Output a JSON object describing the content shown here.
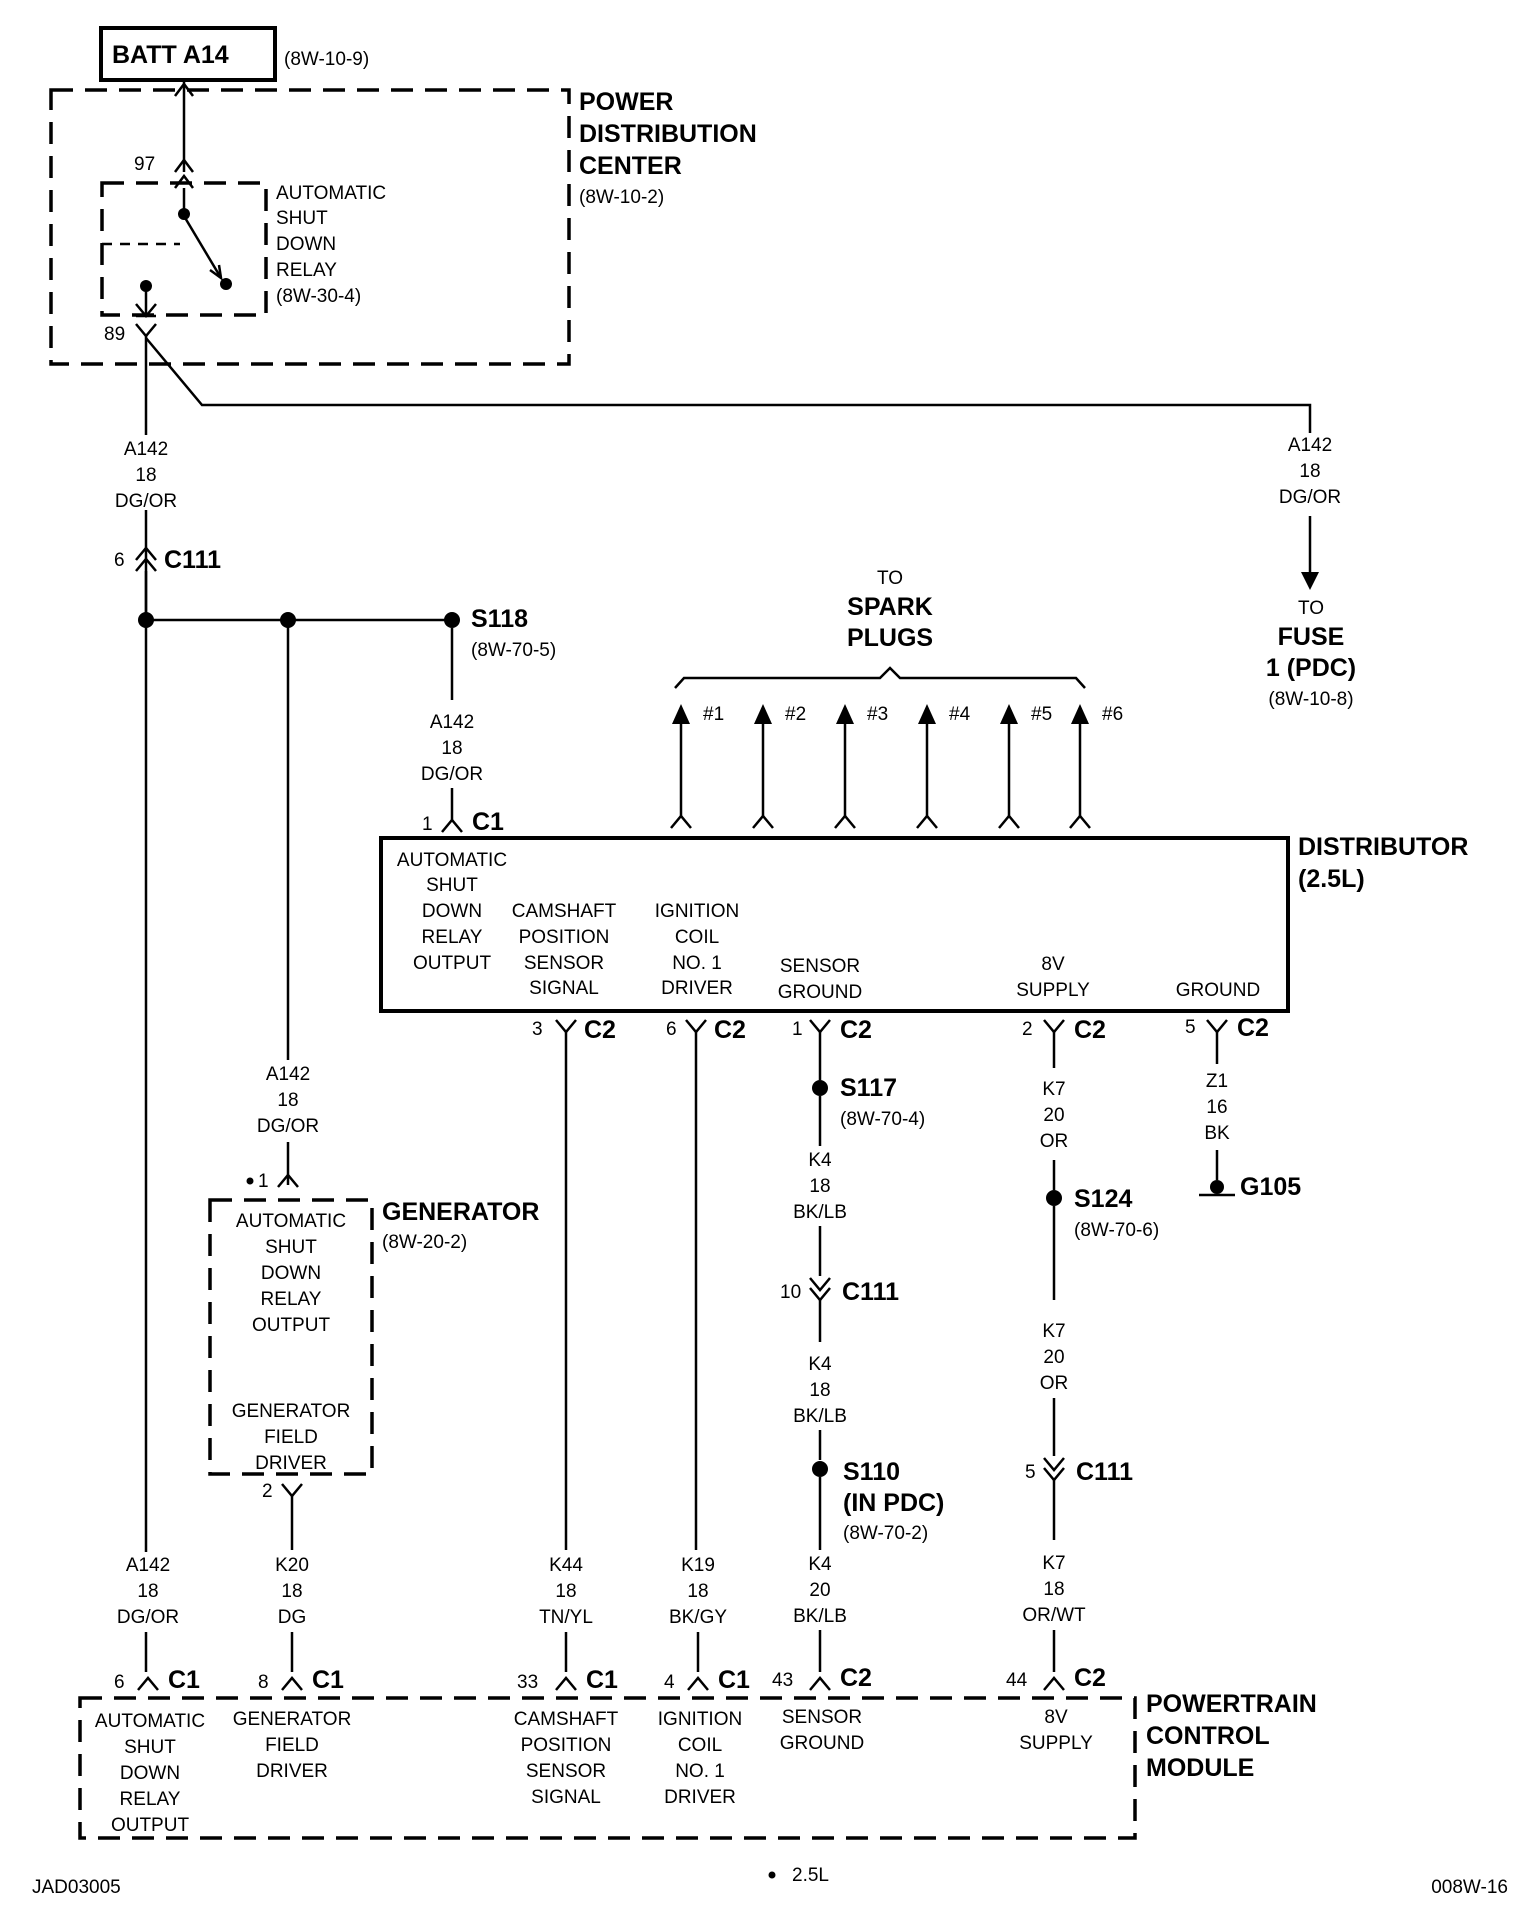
{
  "batt": {
    "label": "BATT A14",
    "ref": "(8W-10-9)"
  },
  "pdc": {
    "line1": "POWER",
    "line2": "DISTRIBUTION",
    "line3": "CENTER",
    "ref": "(8W-10-2)"
  },
  "asd_relay": {
    "line1": "AUTOMATIC",
    "line2": "SHUT",
    "line3": "DOWN",
    "line4": "RELAY",
    "ref": "(8W-30-4)",
    "pin_top": "97",
    "pin_bottom": "89"
  },
  "wire_a142": {
    "code": "A142",
    "gauge": "18",
    "color": "DG/OR"
  },
  "fuse": {
    "to1": "TO",
    "line1": "FUSE",
    "line2": "1 (PDC)",
    "ref": "(8W-10-8)"
  },
  "c111_top": {
    "pin": "6",
    "label": "C111"
  },
  "s118": {
    "label": "S118",
    "ref": "(8W-70-5)"
  },
  "spark": {
    "to": "TO",
    "line1": "SPARK",
    "line2": "PLUGS",
    "p1": "#1",
    "p2": "#2",
    "p3": "#3",
    "p4": "#4",
    "p5": "#5",
    "p6": "#6"
  },
  "distributor": {
    "title1": "DISTRIBUTOR",
    "title2": "(2.5L)",
    "c1_pin": "1",
    "c1_label": "C1",
    "asd_out": [
      "AUTOMATIC",
      "SHUT",
      "DOWN",
      "RELAY",
      "OUTPUT"
    ],
    "cam": [
      "CAMSHAFT",
      "POSITION",
      "SENSOR",
      "SIGNAL"
    ],
    "ign": [
      "IGNITION",
      "COIL",
      "NO. 1",
      "DRIVER"
    ],
    "sensor_gnd": [
      "SENSOR",
      "GROUND"
    ],
    "supply": [
      "8V",
      "SUPPLY"
    ],
    "ground": "GROUND",
    "pins": [
      "3",
      "6",
      "1",
      "2",
      "5"
    ],
    "conn": "C2"
  },
  "generator": {
    "title": "GENERATOR",
    "ref": "(8W-20-2)",
    "pin1": "1",
    "pin2": "2",
    "asd": [
      "AUTOMATIC",
      "SHUT",
      "DOWN",
      "RELAY",
      "OUTPUT"
    ],
    "field": [
      "GENERATOR",
      "FIELD",
      "DRIVER"
    ]
  },
  "s117": {
    "label": "S117",
    "ref": "(8W-70-4)"
  },
  "s124": {
    "label": "S124",
    "ref": "(8W-70-6)"
  },
  "s110": {
    "label": "S110",
    "label2": "(IN PDC)",
    "ref": "(8W-70-2)"
  },
  "g105": {
    "label": "G105"
  },
  "c111_mid": {
    "pin": "10",
    "label": "C111"
  },
  "c111_low": {
    "pin": "5",
    "label": "C111"
  },
  "wires": {
    "k4_18": {
      "code": "K4",
      "gauge": "18",
      "color": "BK/LB"
    },
    "k4_20": {
      "code": "K4",
      "gauge": "20",
      "color": "BK/LB"
    },
    "k7_20": {
      "code": "K7",
      "gauge": "20",
      "color": "OR"
    },
    "k7_18": {
      "code": "K7",
      "gauge": "18",
      "color": "OR/WT"
    },
    "z1": {
      "code": "Z1",
      "gauge": "16",
      "color": "BK"
    },
    "k20": {
      "code": "K20",
      "gauge": "18",
      "color": "DG"
    },
    "k44": {
      "code": "K44",
      "gauge": "18",
      "color": "TN/YL"
    },
    "k19": {
      "code": "K19",
      "gauge": "18",
      "color": "BK/GY"
    }
  },
  "pcm": {
    "title1": "POWERTRAIN",
    "title2": "CONTROL",
    "title3": "MODULE",
    "pins": [
      {
        "pin": "6",
        "conn": "C1"
      },
      {
        "pin": "8",
        "conn": "C1"
      },
      {
        "pin": "33",
        "conn": "C1"
      },
      {
        "pin": "4",
        "conn": "C1"
      },
      {
        "pin": "43",
        "conn": "C2"
      },
      {
        "pin": "44",
        "conn": "C2"
      }
    ],
    "asd": [
      "AUTOMATIC",
      "SHUT",
      "DOWN",
      "RELAY",
      "OUTPUT"
    ],
    "gen": [
      "GENERATOR",
      "FIELD",
      "DRIVER"
    ],
    "cam": [
      "CAMSHAFT",
      "POSITION",
      "SENSOR",
      "SIGNAL"
    ],
    "ign": [
      "IGNITION",
      "COIL",
      "NO. 1",
      "DRIVER"
    ],
    "sensor_gnd": [
      "SENSOR",
      "GROUND"
    ],
    "supply": [
      "8V",
      "SUPPLY"
    ]
  },
  "footer": {
    "left": "JAD03005",
    "legend": "2.5L",
    "right": "008W-16"
  }
}
